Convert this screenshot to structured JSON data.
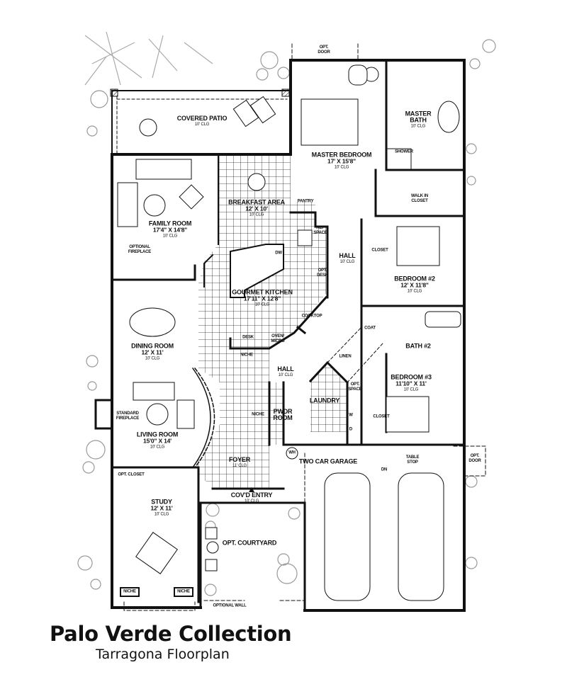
{
  "plan": {
    "rooms": {
      "covered_patio": {
        "name": "COVERED PATIO",
        "clg": "10' CLG"
      },
      "breakfast": {
        "name": "BREAKFAST AREA",
        "dims": "12' X 10'",
        "clg": "10' CLG"
      },
      "family": {
        "name": "FAMILY ROOM",
        "dims": "17'4\" X 14'8\"",
        "clg": "10' CLG"
      },
      "master_bed": {
        "name": "MASTER BEDROOM",
        "dims": "17' X 15'8\"",
        "clg": "10' CLG"
      },
      "master_bath": {
        "name": "MASTER BATH",
        "clg": "10' CLG"
      },
      "hall1": {
        "name": "HALL",
        "clg": "10' CLG"
      },
      "bedroom2": {
        "name": "BEDROOM #2",
        "dims": "12' X 11'8\"",
        "clg": "10' CLG"
      },
      "kitchen": {
        "name": "GOURMET KITCHEN",
        "dims": "17'11\" X 12'8\"",
        "clg": "10' CLG"
      },
      "dining": {
        "name": "DINING ROOM",
        "dims": "12' X 11'",
        "clg": "10' CLG"
      },
      "hall2": {
        "name": "HALL",
        "clg": "10' CLG"
      },
      "bedroom3": {
        "name": "BEDROOM #3",
        "dims": "11'10\" X 11'",
        "clg": "10' CLG"
      },
      "living": {
        "name": "LIVING ROOM",
        "dims": "15'0\" X 14'",
        "clg": "10' CLG"
      },
      "foyer": {
        "name": "FOYER",
        "clg": "11' CLG"
      },
      "covd_entry": {
        "name": "COV'D ENTRY",
        "clg": "10' CLG"
      },
      "study": {
        "name": "STUDY",
        "dims": "12' X 11'",
        "clg": "10' CLG"
      },
      "garage": {
        "name": "TWO CAR GARAGE"
      },
      "courtyard": {
        "name": "OPT. COURTYARD"
      },
      "laundry": {
        "name": "LAUNDRY"
      },
      "pwdr": {
        "name": "PWDR ROOM"
      },
      "bath2": {
        "name": "BATH #2"
      }
    },
    "notes": {
      "opt_door_top": "OPT. DOOR",
      "opt_door_garage": "OPT. DOOR",
      "pantry": "PANTRY",
      "ref_space": "REF SPACE",
      "dw": "DW",
      "opt_desk": "OPT. DESK",
      "optional_fireplace": "OPTIONAL FIREPLACE",
      "shower": "SHOWER",
      "walk_in_closet": "WALK IN CLOSET",
      "closet_b2": "CLOSET",
      "cooktop": "COOKTOP",
      "desk": "DESK",
      "oven_micro": "OVEN/ MICRO",
      "niche_kitchen": "NICHE",
      "niche_foyer": "NICHE",
      "coat": "COAT",
      "linen": "LINEN",
      "opt_space": "OPT. SPACE",
      "washer": "W",
      "dryer": "D",
      "closet_b3": "CLOSET",
      "standard_fireplace": "STANDARD FIREPLACE",
      "wh": "WH",
      "table_stop": "TABLE STOP",
      "dn": "DN",
      "opt_closet": "OPT. CLOSET",
      "niche_study_left": "NICHE",
      "niche_study_right": "NICHE",
      "optional_wall": "OPTIONAL WALL"
    }
  },
  "caption": {
    "title": "Palo Verde Collection",
    "subtitle": "Tarragona Floorplan"
  }
}
